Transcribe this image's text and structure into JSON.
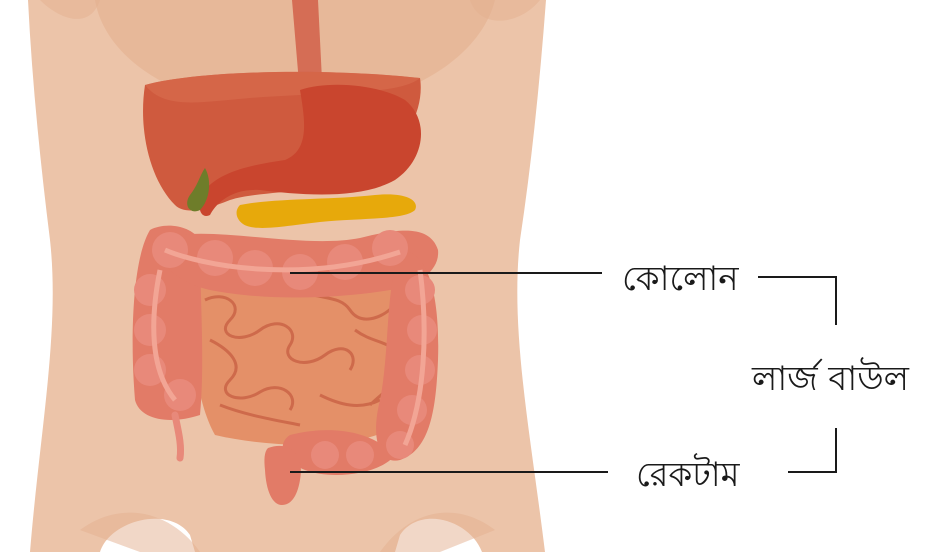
{
  "labels": {
    "colon": "কোলোন",
    "large_bowel": "লার্জ বাউল",
    "rectum": "রেকটাম"
  },
  "colors": {
    "skin": "#ecc4a9",
    "skin_shadow": "#e4b08f",
    "liver": "#cf5a3e",
    "stomach": "#d4543a",
    "colon": "#e27b67",
    "small_intestine": "#e49068",
    "pancreas": "#e7a90b",
    "gallbladder": "#6e7d2a",
    "line": "#1a1a1a"
  }
}
